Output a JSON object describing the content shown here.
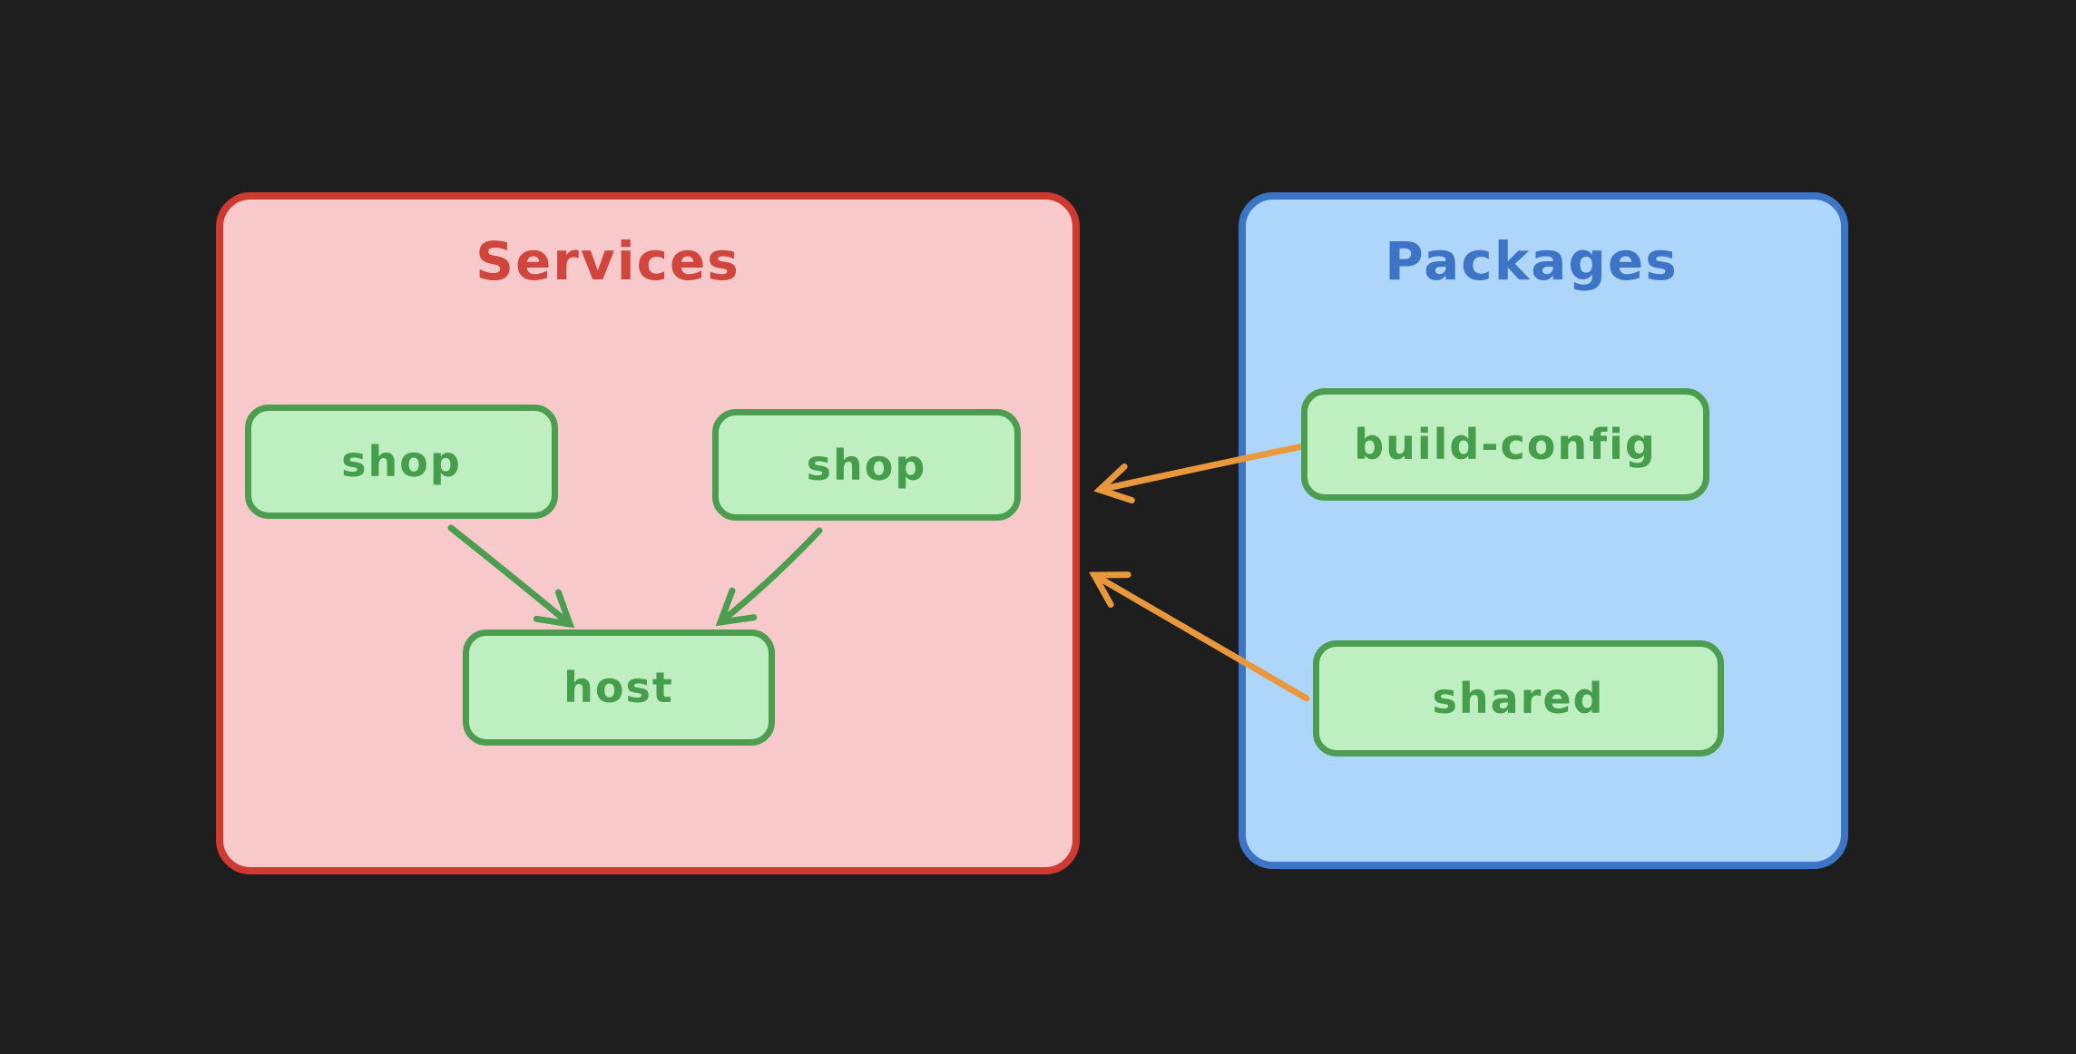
{
  "canvas": {
    "background": "#1e1e1e"
  },
  "groups": {
    "services": {
      "title": "Services",
      "fill": "#f7c9ca",
      "border_color": "#cf3a30",
      "title_color": "#d0453c"
    },
    "packages": {
      "title": "Packages",
      "fill": "#aed6fa",
      "border_color": "#3c75c6",
      "title_color": "#3d74c5"
    }
  },
  "node_style": {
    "fill": "#bfeec1",
    "border_color": "#4b9e50",
    "text_color": "#449e4b"
  },
  "nodes": {
    "shop1": {
      "label": "shop",
      "group": "Services"
    },
    "shop2": {
      "label": "shop",
      "group": "Services"
    },
    "host": {
      "label": "host",
      "group": "Services"
    },
    "build_config": {
      "label": "build-config",
      "group": "Packages"
    },
    "shared": {
      "label": "shared",
      "group": "Packages"
    }
  },
  "edges": {
    "shop1_to_host": {
      "from": "shop",
      "to": "host",
      "color": "#4b9e50"
    },
    "shop2_to_host": {
      "from": "shop",
      "to": "host",
      "color": "#4b9e50"
    },
    "build_config_to_services": {
      "from": "build-config",
      "to": "Services",
      "color": "#e9983e"
    },
    "shared_to_services": {
      "from": "shared",
      "to": "Services",
      "color": "#e9983e"
    }
  }
}
